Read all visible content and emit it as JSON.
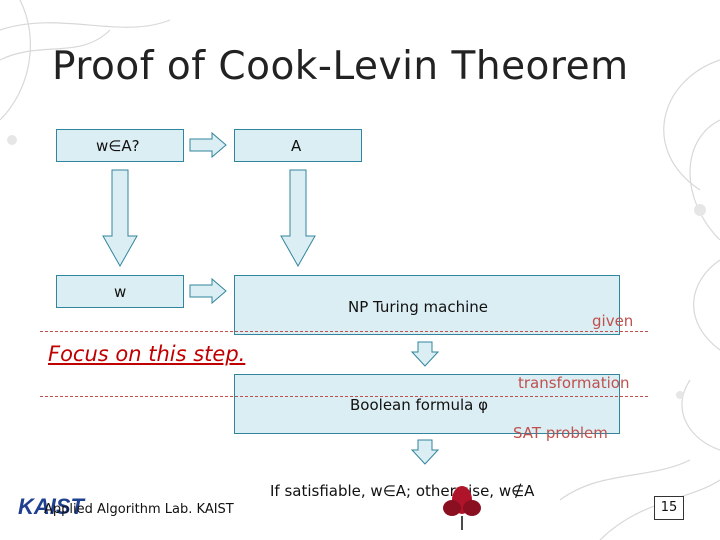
{
  "slide": {
    "title": "Proof of Cook-Levin Theorem",
    "boxes": {
      "w_in_A": "w∈A?",
      "A": "A",
      "w": "w",
      "np_tm": "NP Turing machine",
      "boolean": "Boolean formula φ"
    },
    "annotations": {
      "given": "given",
      "focus": "Focus on this step.",
      "transformation": "transformation",
      "sat": "SAT problem",
      "result": "If satisfiable, w∈A; otherwise, w∉A"
    },
    "footer": {
      "lab": "Applied Algorithm Lab. KAIST",
      "page": "15"
    }
  }
}
